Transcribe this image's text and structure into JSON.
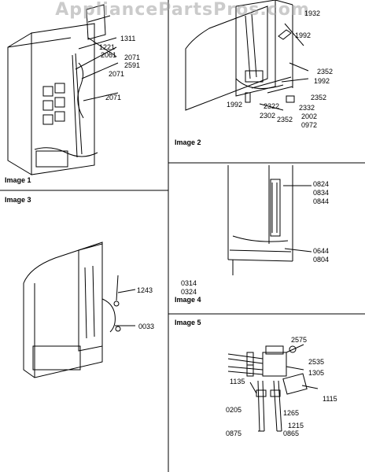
{
  "watermark": "AppliancePartsPros.com",
  "captions": {
    "image1": "Image 1",
    "image2": "Image 2",
    "image3": "Image 3",
    "image4": "Image 4",
    "image5": "Image 5"
  },
  "image1_parts": {
    "p1311": "1311",
    "p1221": "1221",
    "p2061": "2061",
    "p2071a": "2071",
    "p2591": "2591",
    "p2071b": "2071",
    "p2071c": "2071"
  },
  "image2_parts": {
    "p1932": "1932",
    "p1992a": "1992",
    "p2352a": "2352",
    "p1992b": "1992",
    "p2352b": "2352",
    "p1992c": "1992",
    "p2322": "2322",
    "p2332": "2332",
    "p2302": "2302",
    "p2352c": "2352",
    "p2002": "2002",
    "p0972": "0972"
  },
  "image3_parts": {
    "p1243": "1243",
    "p0033": "0033"
  },
  "image4_parts": {
    "p0824": "0824",
    "p0834": "0834",
    "p0844": "0844",
    "p0644": "0644",
    "p0804": "0804",
    "p0314": "0314",
    "p0324": "0324"
  },
  "image5_parts": {
    "p2575": "2575",
    "p2535": "2535",
    "p1305": "1305",
    "p1135": "1135",
    "p1115": "1115",
    "p0205": "0205",
    "p1265": "1265",
    "p1215": "1215",
    "p0875": "0875",
    "p0865": "0865"
  }
}
